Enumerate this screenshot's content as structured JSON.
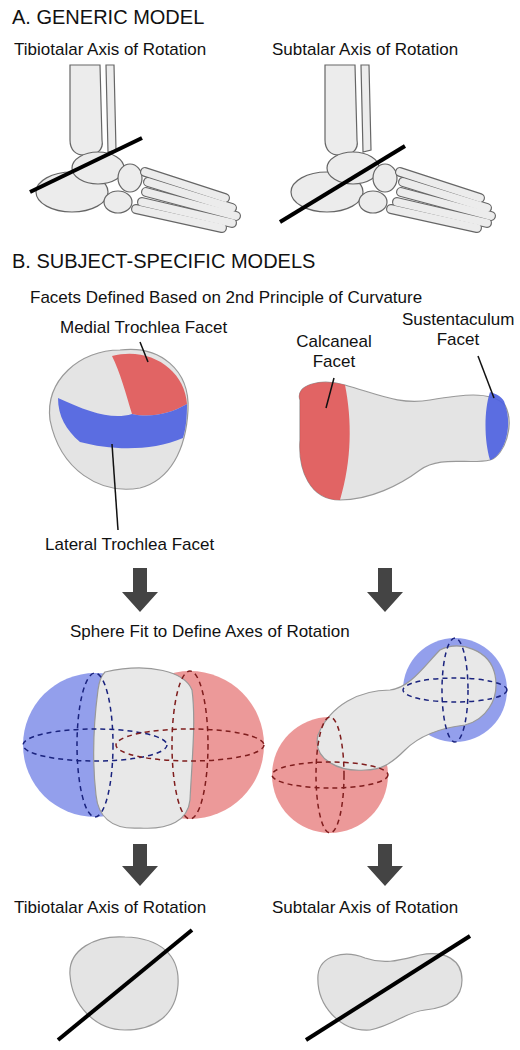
{
  "diagram": {
    "labels": [
      "A. GENERIC MODEL",
      "Tibiotalar Axis of Rotation",
      "Subtalar Axis of Rotation",
      "B. SUBJECT-SPECIFIC MODELS",
      "Facets Defined Based on 2nd Principle of Curvature",
      "Medial Trochlea Facet",
      "Lateral Trochlea Facet",
      "Calcaneal Facet",
      "Sustentaculum Facet",
      "Sphere Fit to Define Axes of Rotation",
      "Tibiotalar Axis of Rotation",
      "Subtalar Axis of Rotation"
    ]
  }
}
